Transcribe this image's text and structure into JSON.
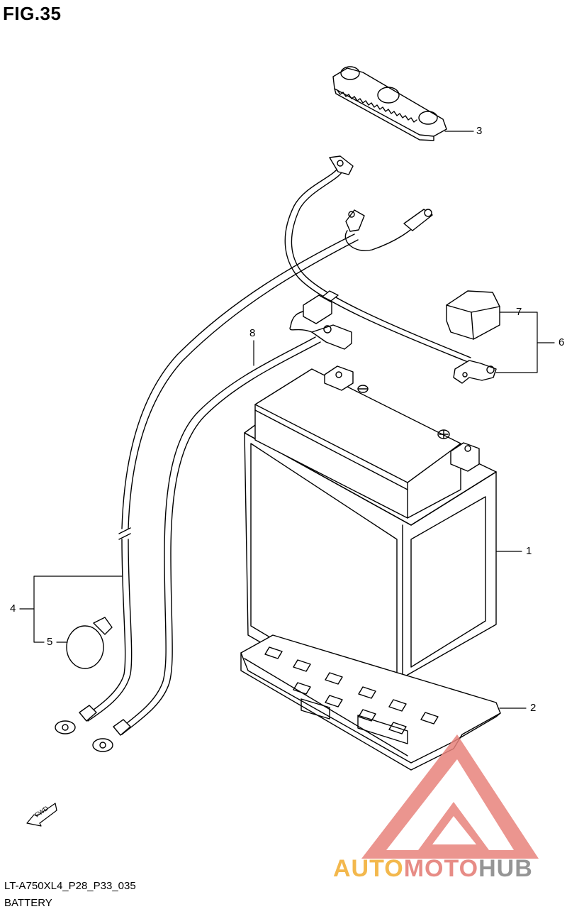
{
  "figure": {
    "title": "FIG.35",
    "code": "LT-A750XL4_P28_P33_035",
    "caption": "BATTERY"
  },
  "callouts": {
    "c1": "1",
    "c2": "2",
    "c3": "3",
    "c4": "4",
    "c5": "5",
    "c6": "6",
    "c7": "7",
    "c8": "8"
  },
  "fwd_label": "FWD",
  "watermark": {
    "part1": "AUTO",
    "part2": "MOTO",
    "part3": "HUB",
    "colors": {
      "auto": "#f2b13a",
      "moto": "#e5807a",
      "hub": "#8a8a8a",
      "logo": "#e8837c"
    }
  }
}
